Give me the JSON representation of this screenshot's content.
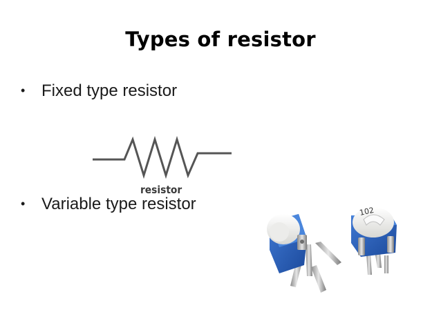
{
  "slide": {
    "title": "Types of resistor",
    "bullets": [
      {
        "marker": "•",
        "text": "Fixed type resistor"
      },
      {
        "marker": "•",
        "text": "Variable type resistor"
      }
    ],
    "symbol_label": "resistor",
    "potentiometer_marking": "102"
  },
  "colors": {
    "title": "#000000",
    "text": "#1a1a1a",
    "symbol_line": "#555555",
    "pot_blue": "#2a5fb8",
    "pot_white": "#f4f4f2"
  }
}
